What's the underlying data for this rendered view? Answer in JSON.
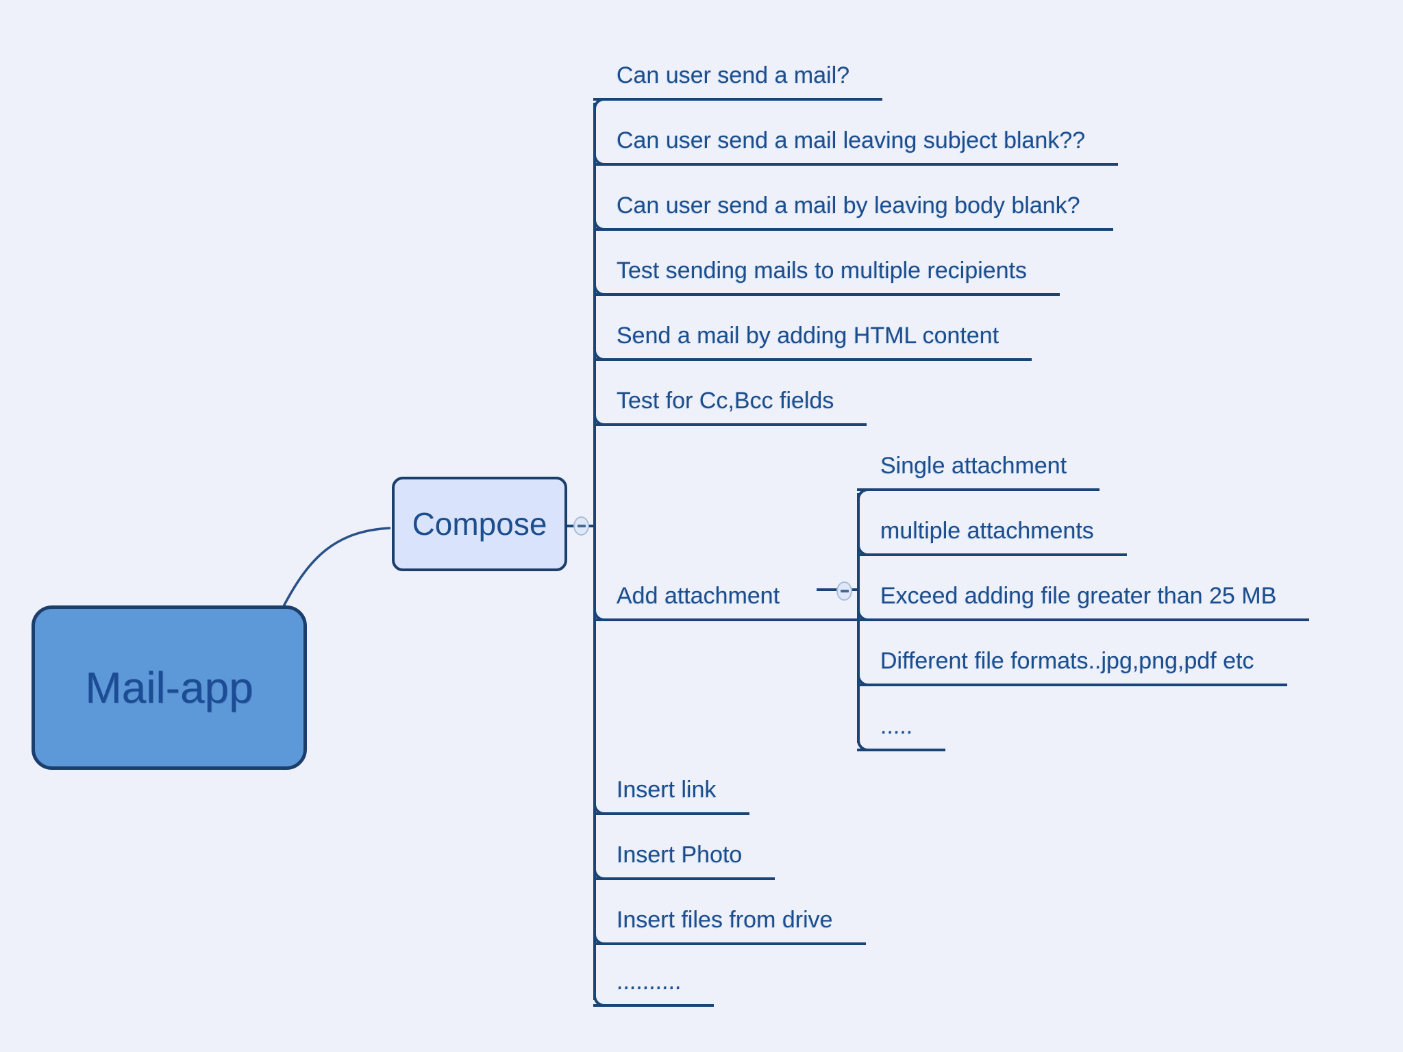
{
  "title": "Mail-app",
  "colors": {
    "background": "#eef1f9",
    "line": "#1a4476",
    "node_text": "#1d4e8c",
    "root_fill": "#5d99d8",
    "root_border": "#1c3e6b",
    "compose_fill": "#d9e3fc",
    "toggle_fill": "#dfe8f8",
    "toggle_border": "#a9bdd9",
    "toggle_glyph": "#49688f"
  },
  "root": {
    "label": "Mail-app"
  },
  "compose": {
    "label": "Compose"
  },
  "compose_children": [
    "Can user send a mail?",
    "Can user send a mail leaving subject blank??",
    "Can user send a mail by leaving body blank?",
    "Test sending mails to multiple recipients",
    "Send a mail by adding HTML content",
    "Test for Cc,Bcc fields"
  ],
  "add_attachment": {
    "label": "Add attachment"
  },
  "attachment_children": [
    "Single attachment",
    "multiple attachments",
    "Exceed adding file greater than 25 MB",
    "Different file formats..jpg,png,pdf etc",
    "....."
  ],
  "after_attachment": [
    "Insert link",
    "Insert Photo",
    "Insert files from drive",
    ".........."
  ],
  "icons": {
    "compose_collapse": "minus",
    "attachment_collapse": "minus"
  }
}
